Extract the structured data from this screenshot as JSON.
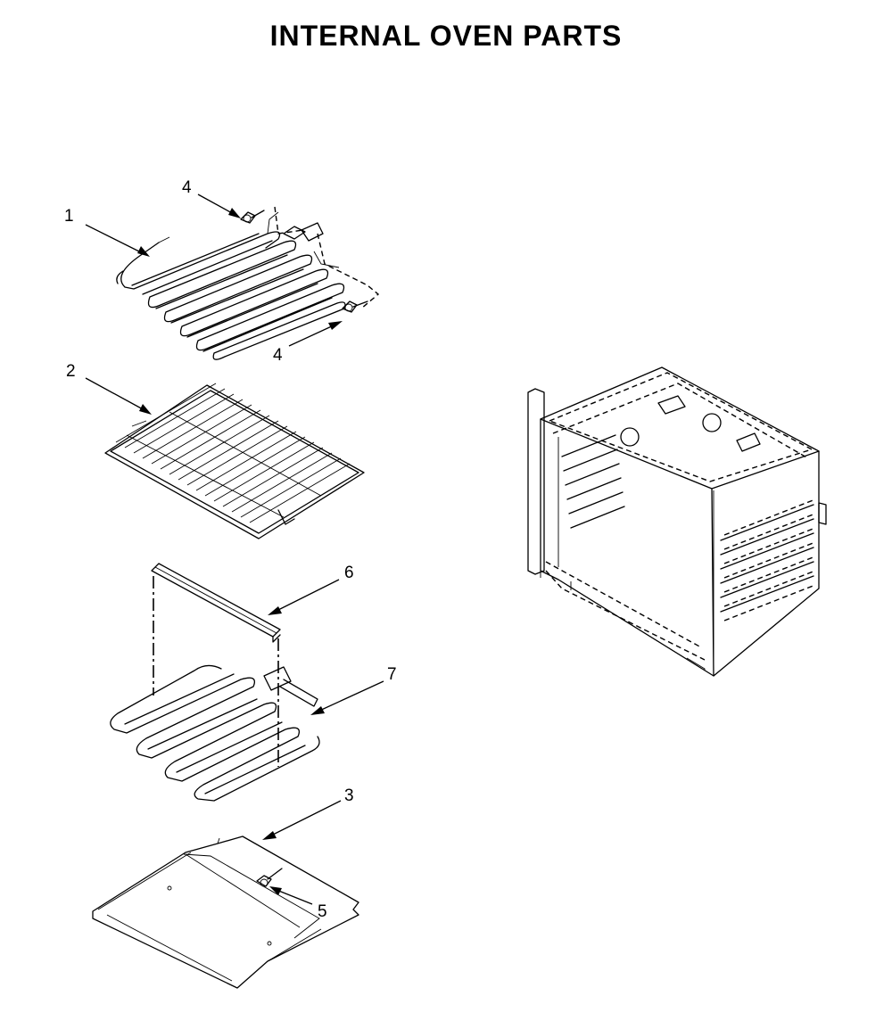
{
  "title": "INTERNAL OVEN PARTS",
  "callouts": {
    "c1": "1",
    "c2": "2",
    "c3": "3",
    "c4a": "4",
    "c4b": "4",
    "c5": "5",
    "c6": "6",
    "c7": "7"
  },
  "parts": [
    {
      "number": "1",
      "icon": "bake-heating-element-icon"
    },
    {
      "number": "2",
      "icon": "oven-rack-icon"
    },
    {
      "number": "3",
      "icon": "element-cover-icon"
    },
    {
      "number": "4",
      "icon": "screw-icon"
    },
    {
      "number": "5",
      "icon": "screw-icon"
    },
    {
      "number": "6",
      "icon": "bracket-icon"
    },
    {
      "number": "7",
      "icon": "broil-element-icon"
    }
  ]
}
